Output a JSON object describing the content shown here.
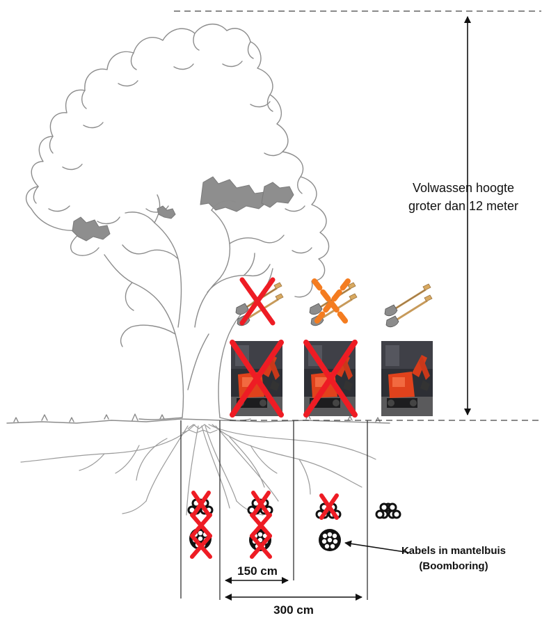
{
  "labels": {
    "height_line1": "Volwassen hoogte",
    "height_line2": "groter dan 12 meter",
    "cable_line1": "Kabels in mantelbuis",
    "cable_line2": "(Boomboring)",
    "dim_150": "150 cm",
    "dim_300": "300 cm"
  },
  "zones": [
    {
      "id": "zone-near",
      "shovel": "forbidden",
      "excavator": "forbidden",
      "cable_bundle": "forbidden",
      "conduit": "forbidden"
    },
    {
      "id": "zone-mid",
      "shovel": "limited",
      "excavator": "forbidden",
      "cable_bundle": "forbidden",
      "conduit": "forbidden"
    },
    {
      "id": "zone-far",
      "shovel": "allowed",
      "excavator": "allowed",
      "cable_bundle": "forbidden",
      "conduit": "allowed"
    },
    {
      "id": "zone-outside",
      "cable_bundle": "allowed"
    }
  ],
  "colors": {
    "forbidden": "#ee1c24",
    "limited": "#f47c20",
    "tree_line": "#8c8c8c",
    "excavator_body": "#e0421c"
  },
  "icons": [
    "shovel-icon",
    "excavator-photo",
    "cable-bundle-icon",
    "conduit-icon",
    "arrow-icon"
  ]
}
